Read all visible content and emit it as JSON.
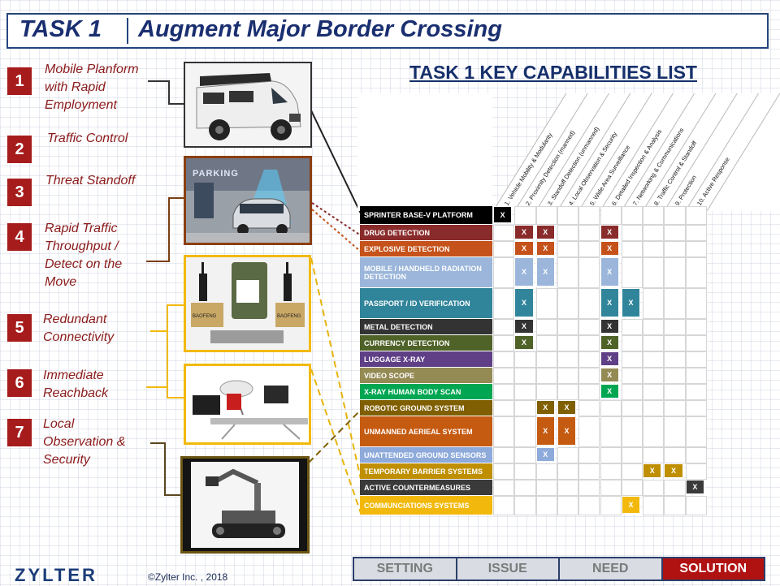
{
  "header": {
    "task": "TASK 1",
    "title": "Augment Major Border Crossing"
  },
  "items": [
    {
      "num": "1",
      "text": "Mobile Planform with Rapid Employment"
    },
    {
      "num": "2",
      "text": "Traffic Control"
    },
    {
      "num": "3",
      "text": "Threat Standoff"
    },
    {
      "num": "4",
      "text": "Rapid Traffic Throughput / Detect on the Move"
    },
    {
      "num": "5",
      "text": "Redundant Connectivity"
    },
    {
      "num": "6",
      "text": "Immediate Reachback"
    },
    {
      "num": "7",
      "text": "Local Observation & Security"
    }
  ],
  "photos": {
    "parking_sign": "PARKING",
    "radio_brand": "BAOFENG"
  },
  "capabilities_title": "TASK 1 KEY CAPABILITIES LIST",
  "columns": [
    "1. Vehicle Mobility & Modularity",
    "2. Proximity Detection (manned)",
    "3. Standoff Detection (unmanned)",
    "4. Local Observation & Security",
    "5. Wide Area Surveillance",
    "6. Detailed Inspection & Analysis",
    "7. Networking & Communications",
    "8. Traffic Control & Standoff",
    "9. Protection",
    "10. Active Response"
  ],
  "rows": [
    {
      "label": "SPRINTER BASE-V PLATFORM",
      "color": "#000000",
      "x": [
        1
      ]
    },
    {
      "label": "DRUG DETECTION",
      "color": "#8a2b2b",
      "x": [
        2,
        3,
        6
      ]
    },
    {
      "label": "EXPLOSIVE DETECTION",
      "color": "#c5521a",
      "x": [
        2,
        3,
        6
      ]
    },
    {
      "label": "MOBILE / HANDHELD RADIATION DETECTION",
      "color": "#9bb6da",
      "x": [
        2,
        3,
        6
      ]
    },
    {
      "label": "PASSPORT / ID VERIFICATION",
      "color": "#31859b",
      "x": [
        2,
        6,
        7
      ]
    },
    {
      "label": "METAL DETECTION",
      "color": "#333333",
      "x": [
        2,
        6
      ]
    },
    {
      "label": "CURRENCY DETECTION",
      "color": "#4f6228",
      "x": [
        2,
        6
      ]
    },
    {
      "label": "LUGGAGE X-RAY",
      "color": "#5f3f86",
      "x": [
        6
      ]
    },
    {
      "label": "VIDEO SCOPE",
      "color": "#948a54",
      "x": [
        6
      ]
    },
    {
      "label": "X-RAY HUMAN BODY SCAN",
      "color": "#00a651",
      "x": [
        6
      ]
    },
    {
      "label": "ROBOTIC GROUND SYSTEM",
      "color": "#7f5f00",
      "x": [
        3,
        4
      ]
    },
    {
      "label": "UNMANNED AERIEAL SYSTEM",
      "color": "#c55a11",
      "x": [
        3,
        4
      ]
    },
    {
      "label": "UNATTENDED GROUND SENSORS",
      "color": "#8eaadb",
      "x": [
        3
      ]
    },
    {
      "label": "TEMPORARY BARRIER SYSTEMS",
      "color": "#bf8f00",
      "x": [
        8,
        9
      ]
    },
    {
      "label": "ACTIVE COUNTERMEASURES",
      "color": "#3a3a3a",
      "x": [
        10
      ]
    },
    {
      "label": "COMMUNCIATIONS SYSTEMS",
      "color": "#f2b90c",
      "x": [
        7
      ]
    }
  ],
  "mark": "X",
  "footer": {
    "logo": "ZYLTER",
    "copyright": "©Zylter Inc. , 2018",
    "nav": [
      "SETTING",
      "ISSUE",
      "NEED",
      "SOLUTION"
    ],
    "active_nav": "SOLUTION"
  }
}
